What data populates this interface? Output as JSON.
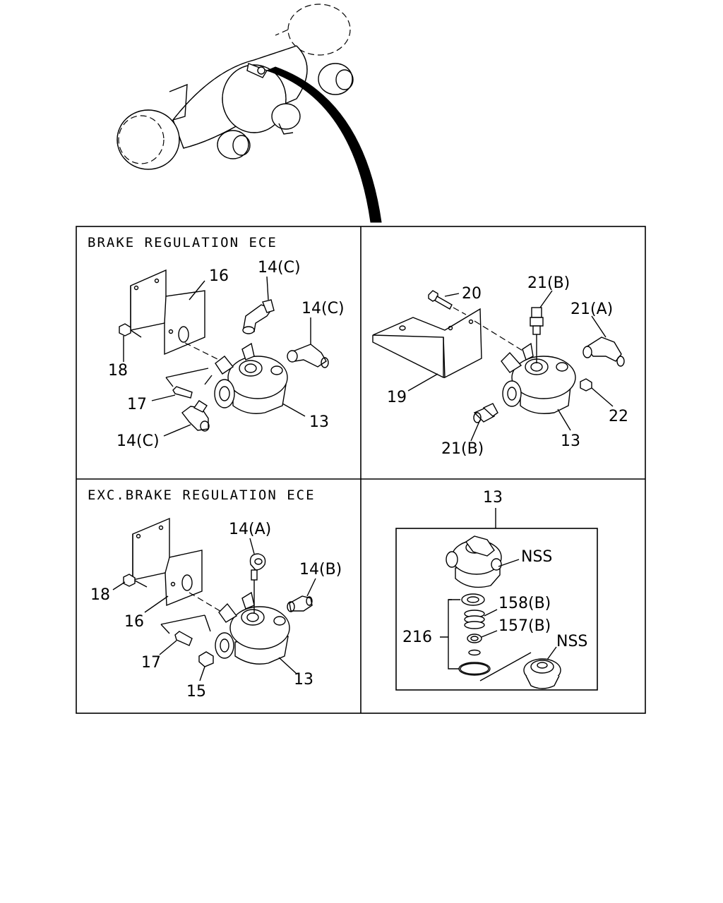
{
  "panels": {
    "top_left": {
      "title": "BRAKE REGULATION ECE",
      "labels": {
        "p16": "16",
        "p14c_a": "14(C)",
        "p14c_b": "14(C)",
        "p18": "18",
        "p17": "17",
        "p14c_c": "14(C)",
        "p13": "13"
      }
    },
    "top_right": {
      "labels": {
        "p20": "20",
        "p21b_a": "21(B)",
        "p21a": "21(A)",
        "p19": "19",
        "p22": "22",
        "p21b_b": "21(B)",
        "p13": "13"
      }
    },
    "bottom_left": {
      "title": "EXC.BRAKE REGULATION ECE",
      "labels": {
        "p14a": "14(A)",
        "p14b": "14(B)",
        "p18": "18",
        "p16": "16",
        "p17": "17",
        "p15": "15",
        "p13": "13"
      }
    },
    "bottom_right": {
      "labels": {
        "p13": "13",
        "nss_a": "NSS",
        "p158b": "158(B)",
        "p157b": "157(B)",
        "p216": "216",
        "nss_b": "NSS"
      }
    }
  }
}
